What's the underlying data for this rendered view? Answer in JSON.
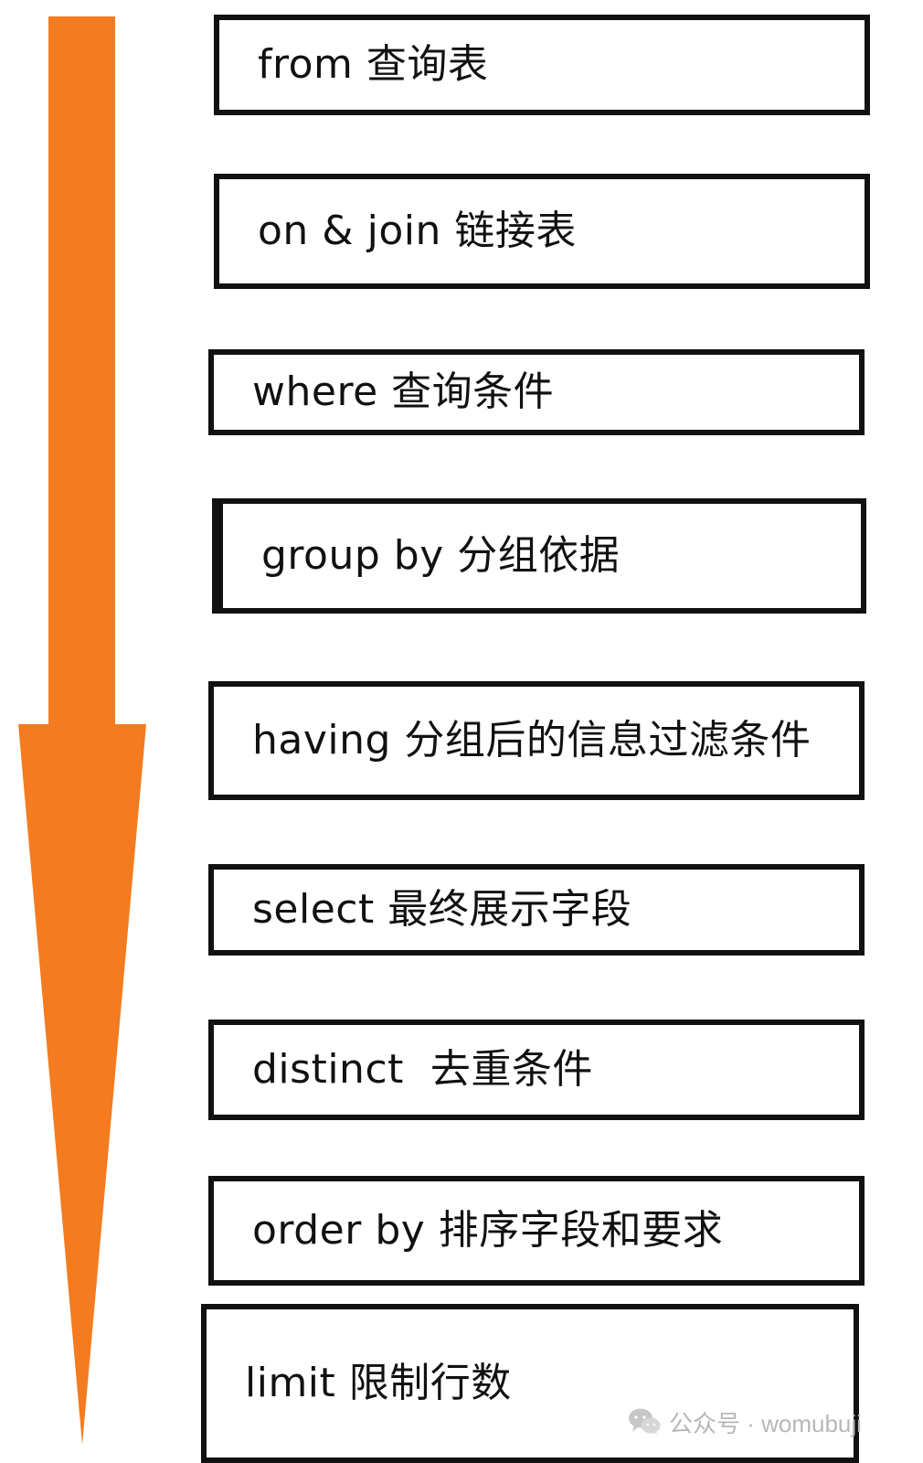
{
  "steps": [
    {
      "label": "from 查询表"
    },
    {
      "label": "on & join 链接表"
    },
    {
      "label": "where 查询条件"
    },
    {
      "label": "group by 分组依据"
    },
    {
      "label": "having 分组后的信息过滤条件"
    },
    {
      "label": "select 最终展示字段"
    },
    {
      "label": "distinct  去重条件"
    },
    {
      "label": "order by 排序字段和要求"
    },
    {
      "label": "limit 限制行数"
    }
  ],
  "arrow": {
    "color": "#F47B1F",
    "direction": "down"
  },
  "watermark": {
    "text": "公众号 · womubuji",
    "icon": "wechat-icon"
  }
}
